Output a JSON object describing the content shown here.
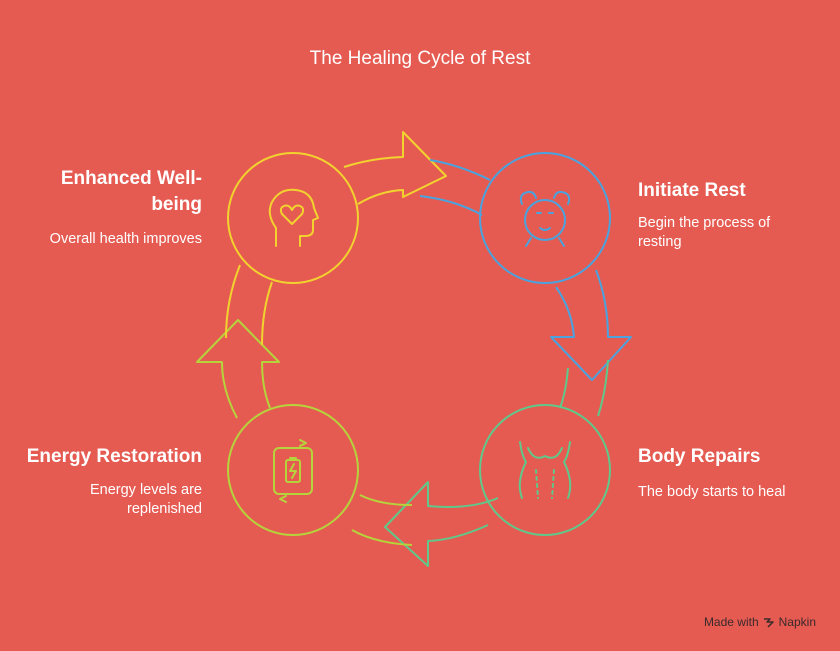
{
  "title": "The Healing Cycle of Rest",
  "colors": {
    "background": "#E55B52",
    "well_being": "#F2D22E",
    "initiate_rest": "#4AA3DF",
    "body_repairs": "#5FC88A",
    "energy_restoration": "#B6D33C"
  },
  "stages": {
    "well_being": {
      "title": "Enhanced Well-being",
      "title_line1": "Enhanced Well-",
      "title_line2": "being",
      "description": "Overall health improves",
      "icon": "heart-head-icon"
    },
    "initiate_rest": {
      "title": "Initiate Rest",
      "description_line1": "Begin the process of",
      "description_line2": "resting",
      "icon": "alarm-clock-icon"
    },
    "body_repairs": {
      "title": "Body Repairs",
      "description": "The body starts to heal",
      "icon": "torso-icon"
    },
    "energy_restoration": {
      "title": "Energy Restoration",
      "description_line1": "Energy levels are",
      "description_line2": "replenished",
      "icon": "battery-recharge-icon"
    }
  },
  "footer": {
    "made_with": "Made with",
    "brand": "Napkin",
    "icon": "napkin-logo-icon"
  }
}
